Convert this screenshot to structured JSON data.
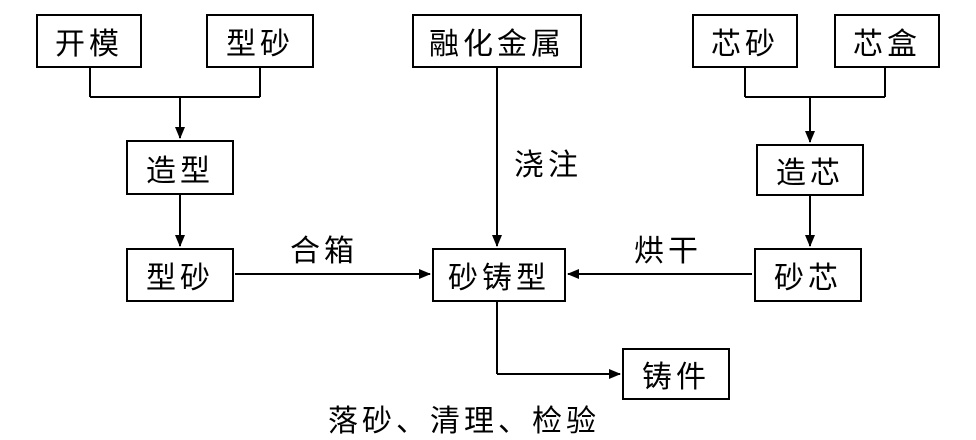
{
  "nodes": {
    "kaimo": "开模",
    "xingsha_top": "型砂",
    "ronghua": "融化金属",
    "xinsha": "芯砂",
    "xinhe": "芯盒",
    "zaoxing": "造型",
    "zaoxin": "造芯",
    "xingsha_mid": "型砂",
    "shazhuxing": "砂铸型",
    "shaxin": "砂芯",
    "zhujian": "铸件"
  },
  "edge_labels": {
    "jiaozhu": "浇注",
    "hexiang": "合箱",
    "honggan": "烘干",
    "luosha": "落砂、清理、检验"
  }
}
